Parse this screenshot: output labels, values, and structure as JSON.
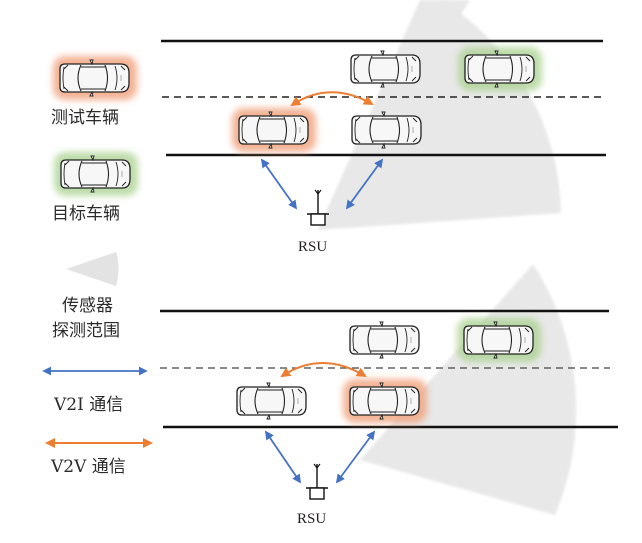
{
  "legend": {
    "test_vehicle": "测试车辆",
    "target_vehicle": "目标车辆",
    "sensor_range_line1": "传感器",
    "sensor_range_line2": "探测范围",
    "v2i": "V2I 通信",
    "v2v": "V2V 通信"
  },
  "colors": {
    "test_vehicle_glow": "#f0a07a",
    "target_vehicle_glow": "#a8d08d",
    "v2i_arrow": "#4472c4",
    "v2v_arrow": "#ed7d31",
    "sensor_sector": "#e6e6e6",
    "road_line": "#111111"
  },
  "scenes": [
    {
      "rsu_label": "RSU",
      "upper_lane": [
        {
          "role": "other"
        },
        {
          "role": "target"
        }
      ],
      "lower_lane": [
        {
          "role": "test"
        },
        {
          "role": "other"
        }
      ]
    },
    {
      "rsu_label": "RSU",
      "upper_lane": [
        {
          "role": "other"
        },
        {
          "role": "target"
        }
      ],
      "lower_lane": [
        {
          "role": "other"
        },
        {
          "role": "test"
        }
      ]
    }
  ]
}
